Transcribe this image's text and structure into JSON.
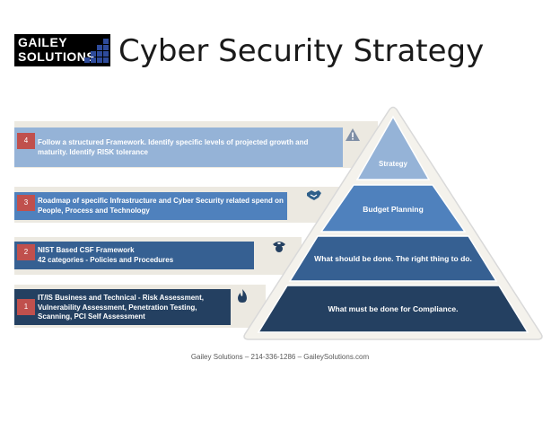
{
  "header": {
    "logo_line1": "GAILEY",
    "logo_line2": "SOLUTIONS",
    "title": "Cyber Security Strategy"
  },
  "steps": [
    {
      "number": "4",
      "text": "Follow a structured Framework. Identify specific levels of projected growth and maturity. Identify RISK tolerance",
      "icon": "warning-icon",
      "color": "#95b3d7"
    },
    {
      "number": "3",
      "text": "Roadmap of specific Infrastructure and Cyber Security related spend on People, Process and Technology",
      "icon": "handshake-icon",
      "color": "#4f81bd"
    },
    {
      "number": "2",
      "text": "NIST Based CSF Framework\n42 categories - Policies and Procedures",
      "icon": "police-icon",
      "color": "#366092"
    },
    {
      "number": "1",
      "text": "IT/IS Business and Technical - Risk Assessment, Vulnerability Assessment, Penetration Testing, Scanning, PCI Self Assessment",
      "icon": "fire-icon",
      "color": "#244061"
    }
  ],
  "pyramid": {
    "levels": [
      {
        "label": "Strategy",
        "color": "#95b3d7"
      },
      {
        "label": "Budget Planning",
        "color": "#4f81bd"
      },
      {
        "label": "What should be done. The right thing to do.",
        "color": "#366092"
      },
      {
        "label": "What must be done for Compliance.",
        "color": "#244061"
      }
    ]
  },
  "footer": {
    "text": "Gailey Solutions – 214-336-1286 – GaileySolutions.com"
  }
}
